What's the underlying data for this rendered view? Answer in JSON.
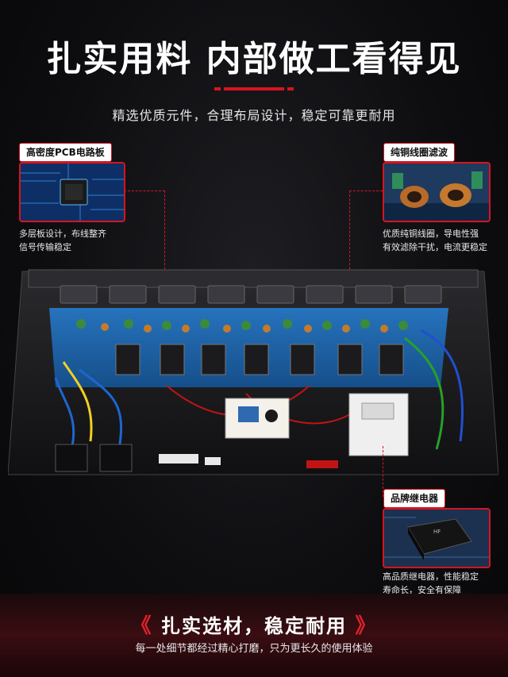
{
  "header": {
    "title": "扎实用料 内部做工看得见",
    "subtitle": "精选优质元件，合理布局设计，稳定可靠更耐用"
  },
  "callouts": [
    {
      "id": "pcb",
      "badge": "高密度PCB电路板",
      "lines": [
        "多层板设计，布线整齐",
        "信号传输稳定"
      ]
    },
    {
      "id": "coil",
      "badge": "纯铜线圈滤波",
      "lines": [
        "优质纯铜线圈，导电性强",
        "有效滤除干扰，电流更稳定"
      ]
    },
    {
      "id": "relay",
      "badge": "品牌继电器",
      "lines": [
        "高品质继电器，性能稳定",
        "寿命长，安全有保障"
      ]
    }
  ],
  "footer": {
    "left_chevron": "《",
    "slogan": "扎实选材，稳定耐用",
    "right_chevron": "》",
    "sub": "每一处细节都经过精心打磨，只为更长久的使用体验"
  },
  "colors": {
    "accent": "#d8141e",
    "pcb": "#1d5fa0",
    "chassis": "#1a1a1c"
  },
  "icons": [
    "pcb-chip-photo",
    "copper-coil-photo",
    "relay-photo",
    "power-strip-internal-photo"
  ]
}
